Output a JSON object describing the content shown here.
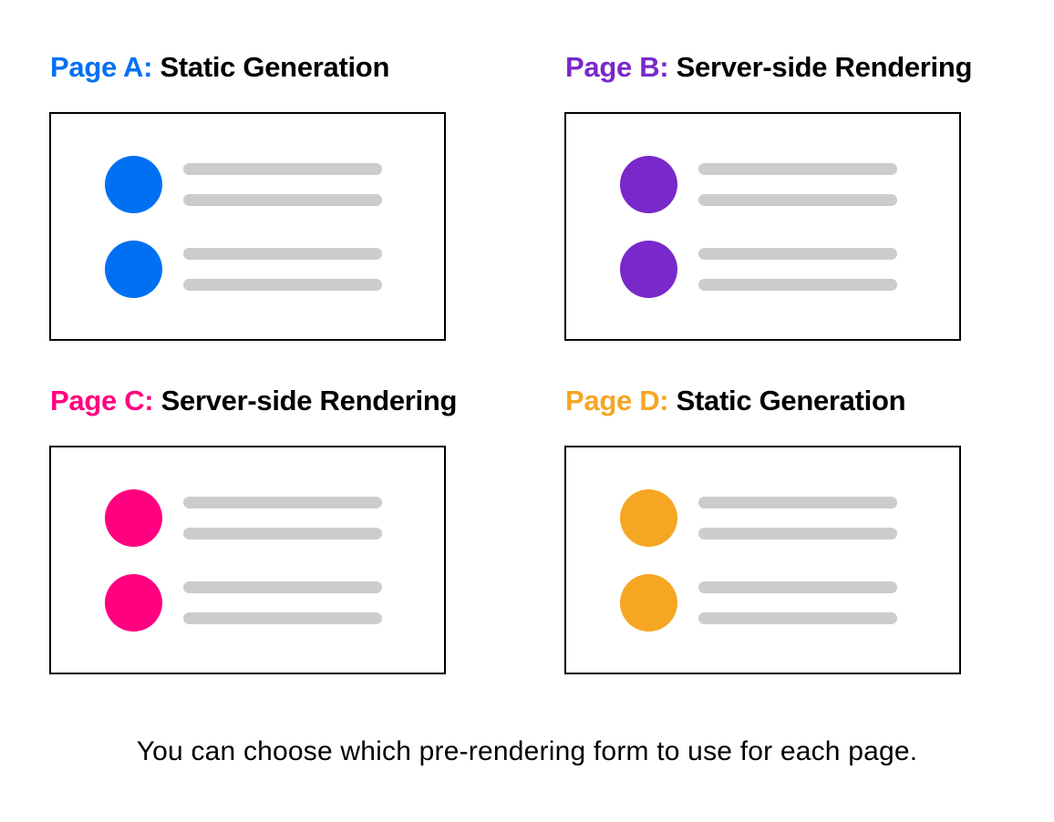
{
  "panels": [
    {
      "page": "Page A:",
      "method": "Static Generation",
      "color": "#0070F3"
    },
    {
      "page": "Page B:",
      "method": "Server-side Rendering",
      "color": "#7928CA"
    },
    {
      "page": "Page C:",
      "method": "Server-side Rendering",
      "color": "#FF0080"
    },
    {
      "page": "Page D:",
      "method": "Static Generation",
      "color": "#F5A623"
    }
  ],
  "caption": {
    "text": "You can choose which pre-rendering form to use for each page."
  },
  "colors": {
    "bar-gray": "#CCCCCC",
    "card-border": "#000000",
    "title-text": "#000000",
    "page-a-blue": "#0070F3",
    "page-b-purple": "#7928CA",
    "page-c-pink": "#FF0080",
    "page-d-orange": "#F5A623"
  }
}
